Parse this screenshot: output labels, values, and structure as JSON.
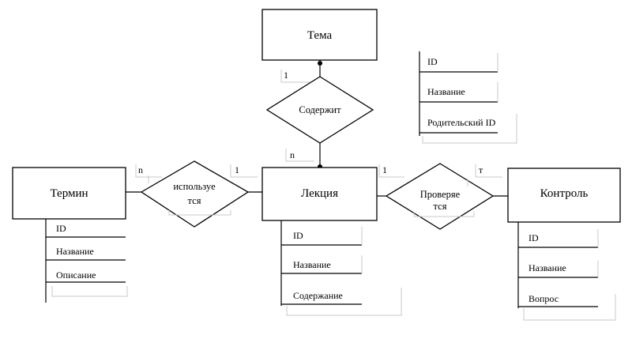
{
  "entities": {
    "tema": "Тема",
    "termin": "Термин",
    "lekciya": "Лекция",
    "kontrol": "Контроль"
  },
  "relationships": {
    "soderzhit": "Содержит",
    "ispolzuetsya": [
      "используе",
      "тся"
    ],
    "proveryaetsya": [
      "Проверяе",
      "тся"
    ]
  },
  "attributes": {
    "tema": [
      "ID",
      "Название",
      "Родительский ID"
    ],
    "termin": [
      "ID",
      "Название",
      "Описание"
    ],
    "lekciya": [
      "ID",
      "Название",
      "Содержание"
    ],
    "kontrol": [
      "ID",
      "Название",
      "Вопрос"
    ]
  },
  "cardinalities": {
    "tema_soderzhit": "1",
    "soderzhit_lekciya": "n",
    "termin_ispolzuetsya": "n",
    "ispolzuetsya_lekciya": "1",
    "lekciya_proveryaetsya": "1",
    "proveryaetsya_kontrol": "т"
  }
}
